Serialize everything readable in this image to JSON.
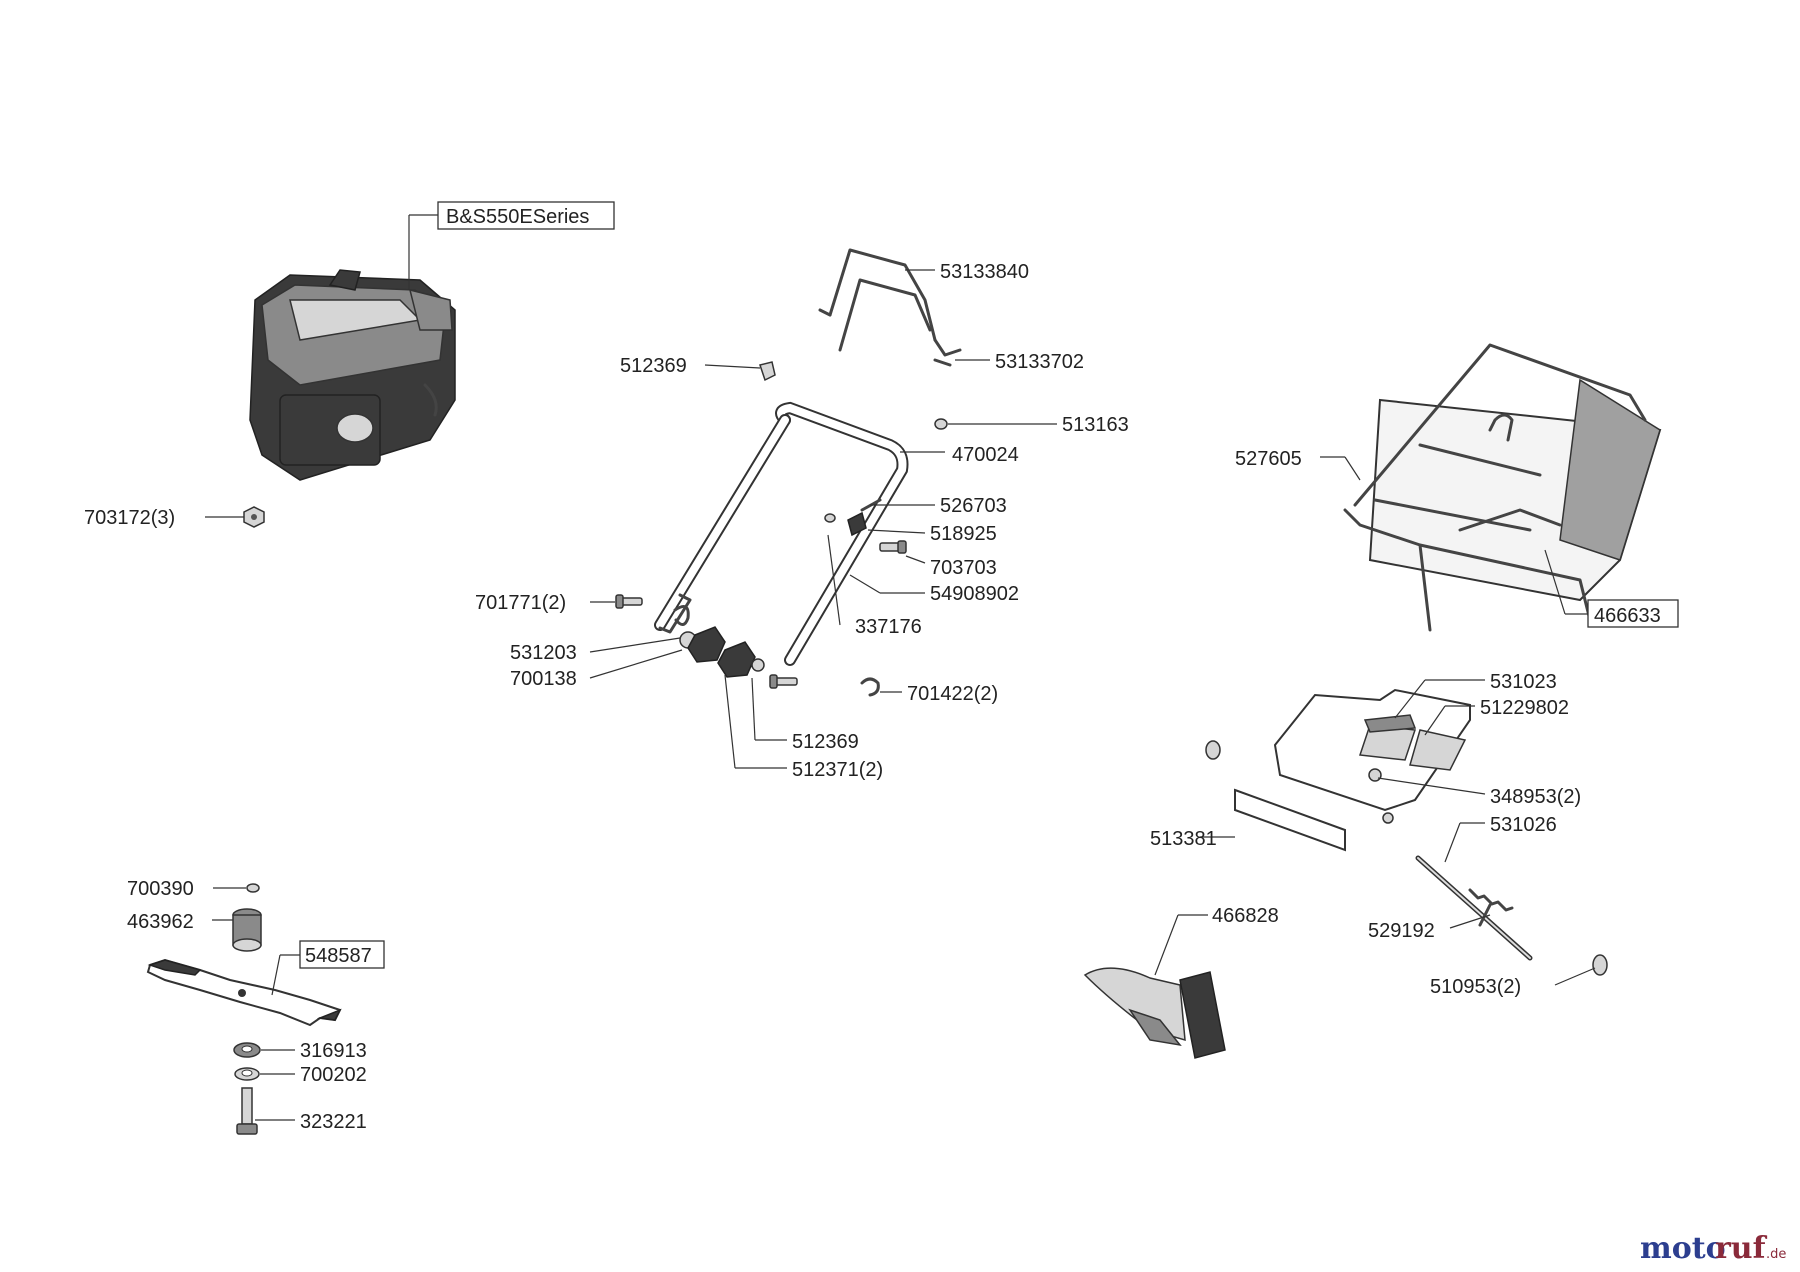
{
  "engine": {
    "label": "B&S550ESeries",
    "nut": "703172(3)"
  },
  "handle": {
    "upper_bar": "53133840",
    "cable_bar": "53133702",
    "clip": "512369",
    "washer_top": "513163",
    "lower_handle": "470024",
    "bolt_left": "701771(2)",
    "spring": "531203",
    "washer": "700138",
    "cable_guide": "526703",
    "cable_tie": "518925",
    "screw": "703703",
    "handle_tube": "54908902",
    "nut": "337176",
    "clip_small": "701422(2)",
    "clip_bottom": "512369",
    "knob": "512371(2)"
  },
  "grassbag": {
    "frame": "527605",
    "bag": "466633"
  },
  "rear_flap": {
    "hinge": "531023",
    "flap": "51229802",
    "screw": "348953(2)",
    "rod": "531026",
    "strip": "513381",
    "spring": "529192",
    "cap": "510953(2)",
    "mulch_plug": "466828"
  },
  "blade_assembly": {
    "key": "700390",
    "adapter": "463962",
    "blade": "548587",
    "washer": "316913",
    "lock_washer": "700202",
    "bolt": "323221"
  },
  "logo": {
    "text_a": "moto",
    "text_b": "ruf",
    "suffix": ".de"
  }
}
